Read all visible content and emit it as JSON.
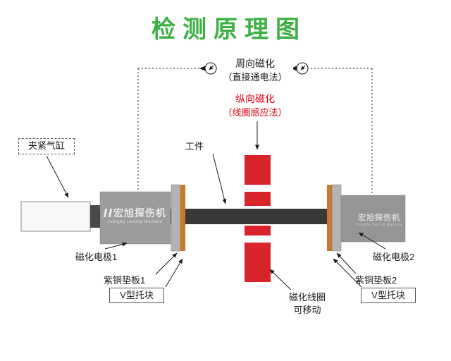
{
  "title": "检测原理图",
  "annotations": {
    "circumferential_line1": "周向磁化",
    "circumferential_line2": "（直接通电法）",
    "longitudinal_line1": "纵向磁化",
    "longitudinal_line2": "（线圈感应法）",
    "clamp_cylinder": "夹紧气缸",
    "workpiece": "工件",
    "electrode1": "磁化电极1",
    "copper_pad1": "紫铜垫板1",
    "v_block_left": "V型托块",
    "electrode2": "磁化电极2",
    "copper_pad2": "紫铜垫板2",
    "v_block_right": "V型托块",
    "coil_line1": "磁化线圈",
    "coil_line2": "可移动"
  },
  "watermarks": {
    "left_text": "宏旭探伤机",
    "left_sub": "HongXu Testing Machine",
    "right_text": "宏旭探伤机",
    "right_sub": "HongXu Testing Machine"
  },
  "colors": {
    "title_green": "#3cb043",
    "annotation_red": "#e60012",
    "coil_red": "#d8232a",
    "copper_orange": "#c8772b",
    "electrode_gray": "#9c9c9c",
    "pad_gray": "#b3b3b3",
    "shaft_dark": "#383838",
    "line_black": "#1a1a1a"
  }
}
